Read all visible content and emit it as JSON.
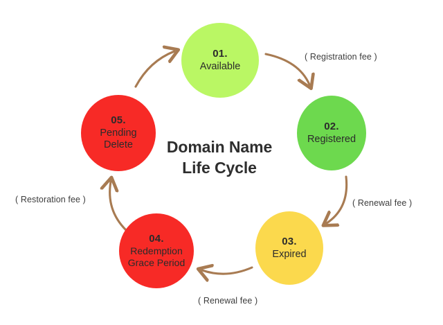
{
  "diagram": {
    "title_line1": "Domain Name",
    "title_line2": "Life Cycle",
    "background_color": "#FFFFFF",
    "title_color": "#2E2E2E",
    "arrow_color": "#A87B52",
    "label_color": "#3C3C3C"
  },
  "nodes": [
    {
      "id": "01",
      "number": "01.",
      "label": "Available",
      "color": "#BAF764",
      "color_name": "yellow-green"
    },
    {
      "id": "02",
      "number": "02.",
      "label": "Registered",
      "color": "#6DD94E",
      "color_name": "green"
    },
    {
      "id": "03",
      "number": "03.",
      "label": "Expired",
      "color": "#FBD94D",
      "color_name": "yellow"
    },
    {
      "id": "04",
      "number": "04.",
      "label_line1": "Redemption",
      "label_line2": "Grace Period",
      "color": "#F72A26",
      "color_name": "red"
    },
    {
      "id": "05",
      "number": "05.",
      "label_line1": "Pending",
      "label_line2": "Delete",
      "color": "#F72A26",
      "color_name": "red"
    }
  ],
  "transitions": [
    {
      "from": "01",
      "to": "02",
      "fee_label": "( Registration fee )",
      "position": "right-top"
    },
    {
      "from": "02",
      "to": "03",
      "fee_label": "( Renewal fee )",
      "position": "right-bottom"
    },
    {
      "from": "03",
      "to": "04",
      "fee_label": "( Renewal fee )",
      "position": "bottom"
    },
    {
      "from": "04",
      "to": "05",
      "fee_label": "( Restoration fee )",
      "position": "left"
    },
    {
      "from": "05",
      "to": "01",
      "fee_label": "",
      "position": "left-top"
    }
  ]
}
